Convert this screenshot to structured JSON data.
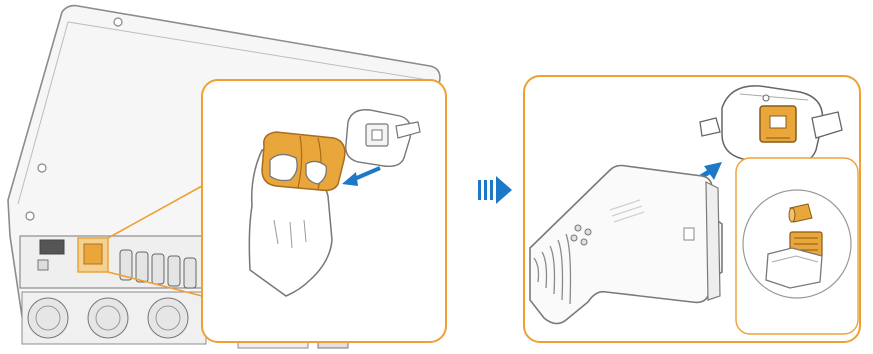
{
  "steps": [
    {
      "id": "step-1",
      "action": "remove-protective-cap"
    },
    {
      "id": "step-2",
      "action": "insert-communication-module"
    }
  ],
  "colors": {
    "callout_border": "#f0a033",
    "cap_orange": "#e8a63b",
    "arrow_blue": "#1e78c8",
    "device_outline": "#8c8c8c",
    "device_fill": "#fafafa"
  },
  "icons": {
    "transition": "triple-chevron-arrow-icon",
    "insert": "blue-arrow-icon",
    "pull": "blue-arrow-icon"
  }
}
